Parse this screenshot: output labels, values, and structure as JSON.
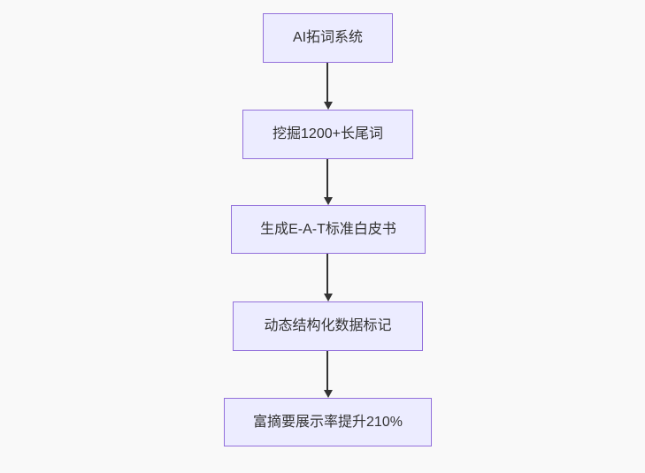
{
  "diagram": {
    "type": "flowchart",
    "direction": "top-down",
    "nodes": [
      {
        "id": "step-1",
        "label": "AI拓词系统"
      },
      {
        "id": "step-2",
        "label": "挖掘1200+长尾词"
      },
      {
        "id": "step-3",
        "label": "生成E-A-T标准白皮书"
      },
      {
        "id": "step-4",
        "label": "动态结构化数据标记"
      },
      {
        "id": "step-5",
        "label": "富摘要展示率提升210%"
      }
    ],
    "edges": [
      {
        "from": "step-1",
        "to": "step-2"
      },
      {
        "from": "step-2",
        "to": "step-3"
      },
      {
        "from": "step-3",
        "to": "step-4"
      },
      {
        "from": "step-4",
        "to": "step-5"
      }
    ],
    "colors": {
      "node_fill": "#ececff",
      "node_border": "#9370db",
      "arrow": "#333333",
      "text": "#333333",
      "background": "#f9f9f9"
    }
  }
}
